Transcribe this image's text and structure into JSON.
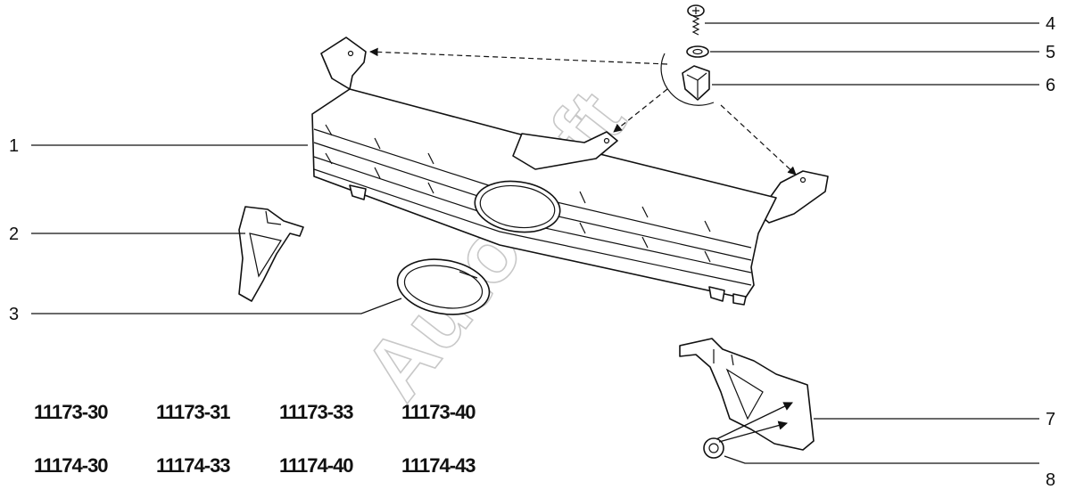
{
  "callouts": [
    {
      "id": "1",
      "label": "1"
    },
    {
      "id": "2",
      "label": "2"
    },
    {
      "id": "3",
      "label": "3"
    },
    {
      "id": "4",
      "label": "4"
    },
    {
      "id": "5",
      "label": "5"
    },
    {
      "id": "6",
      "label": "6"
    },
    {
      "id": "7",
      "label": "7"
    },
    {
      "id": "8",
      "label": "8"
    }
  ],
  "model_codes": {
    "row1": [
      "11173-30",
      "11173-31",
      "11173-33",
      "11173-40"
    ],
    "row2": [
      "11174-30",
      "11174-33",
      "11174-40",
      "11174-43"
    ]
  },
  "watermark": "AutoSoft"
}
